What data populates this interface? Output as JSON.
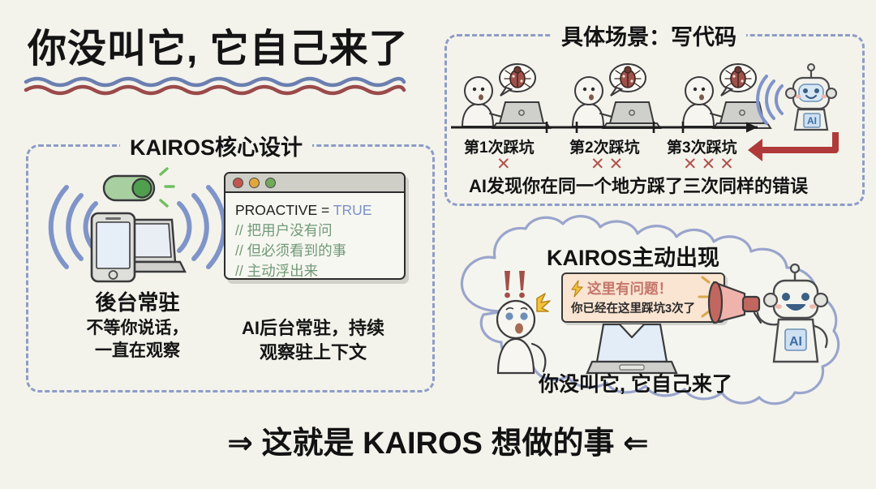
{
  "headline": "你没叫它, 它自己来了",
  "footer": "⇒ 这就是 KAIROS 想做的事 ⇐",
  "left_panel": {
    "title": "KAIROS核心设计",
    "device": {
      "caption_main": "後台常驻",
      "caption_line1": "不等你说话，",
      "caption_line2": "一直在观察",
      "toggle_state": "on"
    },
    "code": {
      "line1_name": "PROACTIVE = ",
      "line1_value": "TRUE",
      "line2": "// 把用户没有问",
      "line3": "// 但必须看到的事",
      "line4": "// 主动浮出来",
      "caption_line1": "AI后台常驻，持续",
      "caption_line2": "观察驻上下文",
      "dots": [
        "#c0564e",
        "#e0a83c",
        "#74a85a"
      ]
    }
  },
  "scene_panel": {
    "title": "具体场景：写代码",
    "steps": [
      {
        "label": "第1次踩坑",
        "marks": "✕"
      },
      {
        "label": "第2次踩坑",
        "marks": "✕✕"
      },
      {
        "label": "第3次踩坑",
        "marks": "✕✕✕"
      }
    ],
    "footnote": "AI发现你在同一个地方踩了三次同样的错误",
    "robot_badge": "AI",
    "arrow_color": "#b03a3a"
  },
  "cloud_panel": {
    "title": "KAIROS主动出现",
    "alert_headline": "这里有问题！",
    "alert_sub": "你已经在这里踩坑3次了",
    "alert_icon": "lightning-bolt-icon",
    "footnote": "你没叫它, 它自己来了",
    "robot_badge": "AI"
  },
  "colors": {
    "background": "#f3f3ec",
    "dashed_border": "#8e9cc6",
    "cloud_border": "#9aa5cc",
    "wave_blue": "#6b7fb0",
    "wave_red": "#9a4a4a",
    "toggle_green": "#8fc28f",
    "signal_blue": "#7f94c8",
    "alert_bg": "#fae4d2",
    "alert_text": "#c4766a",
    "x_mark": "#b2514c"
  }
}
